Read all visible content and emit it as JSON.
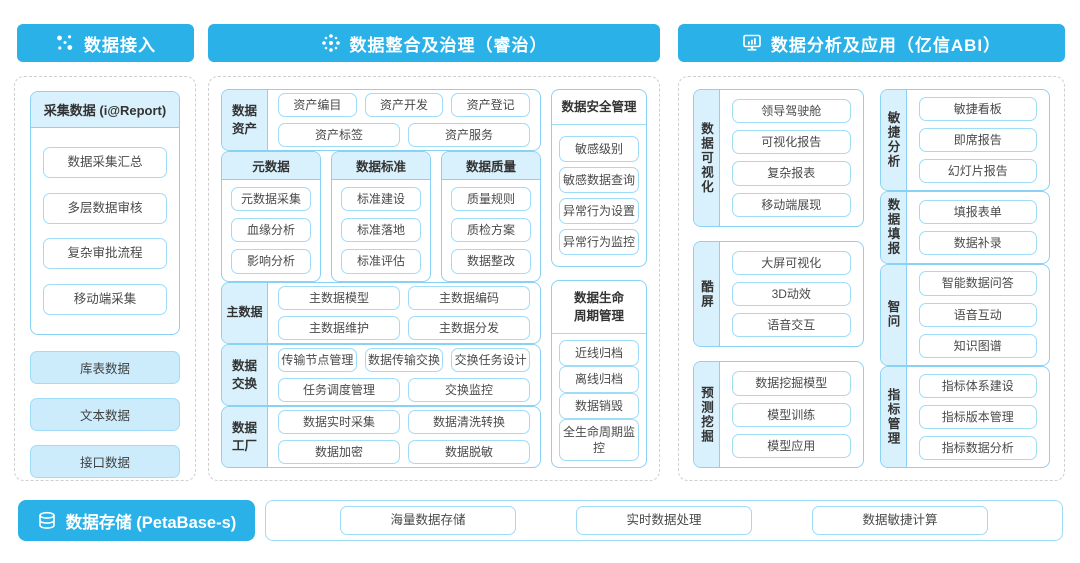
{
  "colors": {
    "accent": "#29b1e8",
    "tint": "#d9f1fc",
    "pill_border": "#9fdcf8",
    "box_border": "#8ad2f5",
    "fill_item": "#cdecfb"
  },
  "ingest": {
    "title": "数据接入",
    "collect": {
      "title": "采集数据 (i@Report)",
      "items": [
        "数据采集汇总",
        "多层数据审核",
        "复杂审批流程",
        "移动端采集"
      ]
    },
    "sources": [
      "库表数据",
      "文本数据",
      "接口数据"
    ]
  },
  "governance": {
    "title": "数据整合及治理（睿治）",
    "asset": {
      "label": "数据资产",
      "row1": [
        "资产编目",
        "资产开发",
        "资产登记"
      ],
      "row2": [
        "资产标签",
        "资产服务"
      ]
    },
    "pillars": [
      {
        "title": "元数据",
        "items": [
          "元数据采集",
          "血缘分析",
          "影响分析"
        ]
      },
      {
        "title": "数据标准",
        "items": [
          "标准建设",
          "标准落地",
          "标准评估"
        ]
      },
      {
        "title": "数据质量",
        "items": [
          "质量规则",
          "质检方案",
          "数据整改"
        ]
      }
    ],
    "master": {
      "label": "主数据",
      "row1": [
        "主数据模型",
        "主数据编码"
      ],
      "row2": [
        "主数据维护",
        "主数据分发"
      ]
    },
    "exchange": {
      "label": "数据交换",
      "row1": [
        "传输节点管理",
        "数据传输交换",
        "交换任务设计"
      ],
      "row2": [
        "任务调度管理",
        "交换监控"
      ]
    },
    "factory": {
      "label": "数据工厂",
      "row1": [
        "数据实时采集",
        "数据清洗转换"
      ],
      "row2": [
        "数据加密",
        "数据脱敏"
      ]
    },
    "security": {
      "title": "数据安全管理",
      "items": [
        "敏感级别",
        "敏感数据查询",
        "异常行为设置",
        "异常行为监控"
      ]
    },
    "lifecycle": {
      "title": "数据生命周期管理",
      "items": [
        "近线归档",
        "离线归档",
        "数据销毁",
        "全生命周期监控"
      ]
    }
  },
  "analysis": {
    "title": "数据分析及应用（亿信ABI）",
    "left_groups": [
      {
        "label": "数据可视化",
        "items": [
          "领导驾驶舱",
          "可视化报告",
          "复杂报表",
          "移动端展现"
        ]
      },
      {
        "label": "酷屏",
        "items": [
          "大屏可视化",
          "3D动效",
          "语音交互"
        ]
      },
      {
        "label": "预测挖掘",
        "items": [
          "数据挖掘模型",
          "模型训练",
          "模型应用"
        ]
      }
    ],
    "right_groups": [
      {
        "label": "敏捷分析",
        "items": [
          "敏捷看板",
          "即席报告",
          "幻灯片报告"
        ]
      },
      {
        "label": "数据填报",
        "items": [
          "填报表单",
          "数据补录"
        ]
      },
      {
        "label": "智问",
        "items": [
          "智能数据问答",
          "语音互动",
          "知识图谱"
        ]
      },
      {
        "label": "指标管理",
        "items": [
          "指标体系建设",
          "指标版本管理",
          "指标数据分析"
        ]
      }
    ]
  },
  "storage": {
    "title": "数据存储 (PetaBase-s)",
    "items": [
      "海量数据存储",
      "实时数据处理",
      "数据敏捷计算"
    ]
  }
}
